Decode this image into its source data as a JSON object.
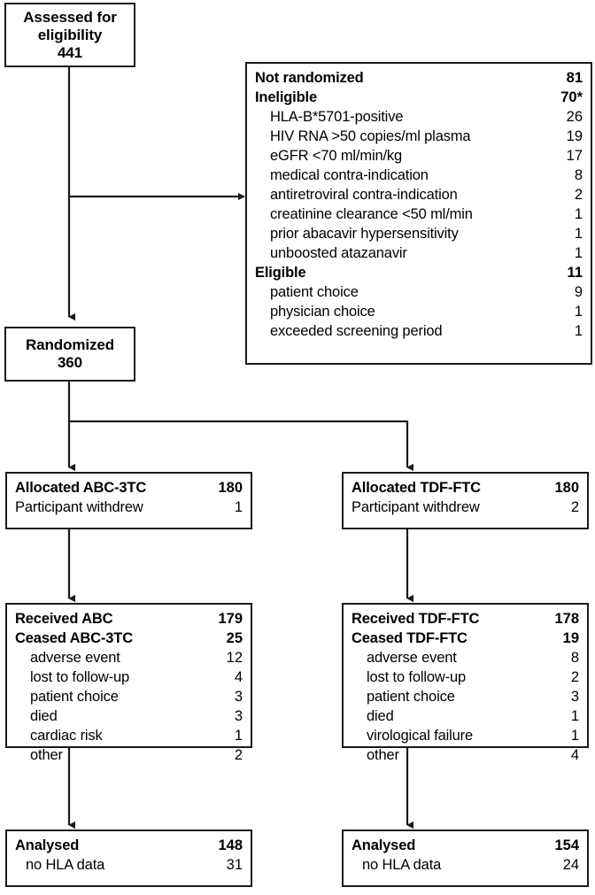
{
  "figure": {
    "type": "consort-flow-diagram",
    "ink_color": "#1a1a1a",
    "background": "#ffffff"
  },
  "assessed": {
    "line1": "Assessed for",
    "line2": "eligibility",
    "line3": "441"
  },
  "not_randomized": {
    "rows": [
      {
        "label": "Not randomized",
        "value": "81",
        "bold": true,
        "indent": 0
      },
      {
        "label": "Ineligible",
        "value": "70*",
        "bold": true,
        "indent": 0
      },
      {
        "label": "HLA-B*5701-positive",
        "value": "26",
        "bold": false,
        "indent": 1
      },
      {
        "label": "HIV RNA >50 copies/ml plasma",
        "value": "19",
        "bold": false,
        "indent": 1
      },
      {
        "label": "eGFR <70 ml/min/kg",
        "value": "17",
        "bold": false,
        "indent": 1
      },
      {
        "label": "medical contra-indication",
        "value": "8",
        "bold": false,
        "indent": 1
      },
      {
        "label": "antiretroviral contra-indication",
        "value": "2",
        "bold": false,
        "indent": 1
      },
      {
        "label": "creatinine clearance <50 ml/min",
        "value": "1",
        "bold": false,
        "indent": 1
      },
      {
        "label": "prior abacavir hypersensitivity",
        "value": "1",
        "bold": false,
        "indent": 1
      },
      {
        "label": "unboosted atazanavir",
        "value": "1",
        "bold": false,
        "indent": 1
      },
      {
        "label": "Eligible",
        "value": "11",
        "bold": true,
        "indent": 0
      },
      {
        "label": "patient choice",
        "value": "9",
        "bold": false,
        "indent": 1
      },
      {
        "label": "physician choice",
        "value": "1",
        "bold": false,
        "indent": 1
      },
      {
        "label": "exceeded screening period",
        "value": "1",
        "bold": false,
        "indent": 1
      }
    ]
  },
  "randomized": {
    "line1": "Randomized",
    "line2": "360"
  },
  "allocated_left": {
    "rows": [
      {
        "label": "Allocated ABC-3TC",
        "value": "180",
        "bold": true,
        "indent": 0
      },
      {
        "label": "Participant withdrew",
        "value": "1",
        "bold": false,
        "indent": 0
      }
    ]
  },
  "allocated_right": {
    "rows": [
      {
        "label": "Allocated TDF-FTC",
        "value": "180",
        "bold": true,
        "indent": 0
      },
      {
        "label": "Participant withdrew",
        "value": "2",
        "bold": false,
        "indent": 0
      }
    ]
  },
  "received_left": {
    "rows": [
      {
        "label": "Received ABC",
        "value": "179",
        "bold": true,
        "indent": 0
      },
      {
        "label": "Ceased ABC-3TC",
        "value": "25",
        "bold": true,
        "indent": 0
      },
      {
        "label": "adverse event",
        "value": "12",
        "bold": false,
        "indent": 1
      },
      {
        "label": "lost to follow-up",
        "value": "4",
        "bold": false,
        "indent": 1
      },
      {
        "label": "patient choice",
        "value": "3",
        "bold": false,
        "indent": 1
      },
      {
        "label": "died",
        "value": "3",
        "bold": false,
        "indent": 1
      },
      {
        "label": "cardiac risk",
        "value": "1",
        "bold": false,
        "indent": 1
      },
      {
        "label": "other",
        "value": "2",
        "bold": false,
        "indent": 1
      }
    ]
  },
  "received_right": {
    "rows": [
      {
        "label": "Received TDF-FTC",
        "value": "178",
        "bold": true,
        "indent": 0
      },
      {
        "label": "Ceased TDF-FTC",
        "value": "19",
        "bold": true,
        "indent": 0
      },
      {
        "label": "adverse event",
        "value": "8",
        "bold": false,
        "indent": 1
      },
      {
        "label": "lost to follow-up",
        "value": "2",
        "bold": false,
        "indent": 1
      },
      {
        "label": "patient choice",
        "value": "3",
        "bold": false,
        "indent": 1
      },
      {
        "label": "died",
        "value": "1",
        "bold": false,
        "indent": 1
      },
      {
        "label": "virological failure",
        "value": "1",
        "bold": false,
        "indent": 1
      },
      {
        "label": "other",
        "value": "4",
        "bold": false,
        "indent": 1
      }
    ]
  },
  "analysed_left": {
    "rows": [
      {
        "label": "Analysed",
        "value": "148",
        "bold": true,
        "indent": 0
      },
      {
        "label": "no HLA data",
        "value": "31",
        "bold": false,
        "indent": 2
      }
    ]
  },
  "analysed_right": {
    "rows": [
      {
        "label": "Analysed",
        "value": "154",
        "bold": true,
        "indent": 0
      },
      {
        "label": "no HLA data",
        "value": "24",
        "bold": false,
        "indent": 2
      }
    ]
  }
}
